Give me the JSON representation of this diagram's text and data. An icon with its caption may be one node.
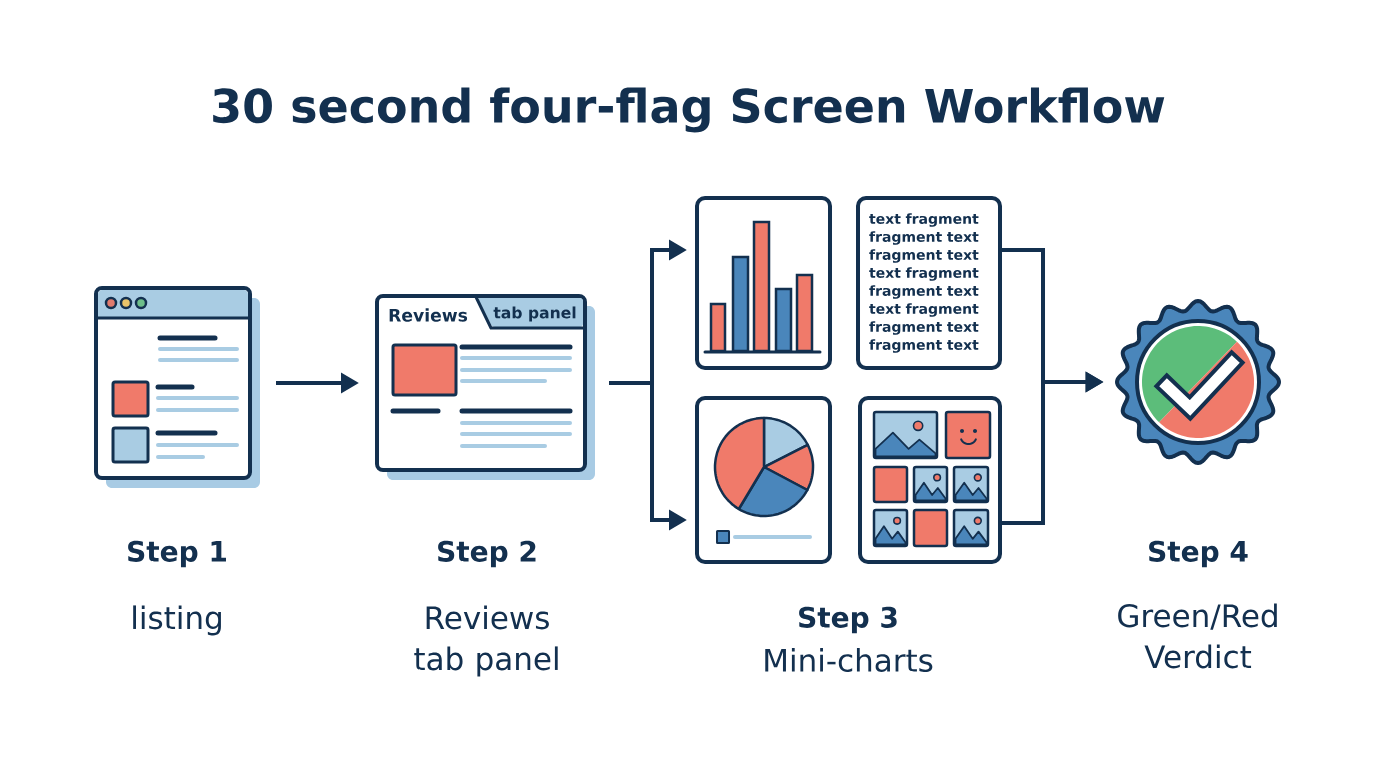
{
  "diagram": {
    "title": "30 second four-flag Screen Workflow",
    "nodes": [
      {
        "text": [],
        "shape": "picture",
        "beside": [
          "Step 1",
          "listing"
        ]
      },
      {
        "text": [
          "Reviews",
          "tab panel"
        ],
        "beside": [
          "Step 2",
          "Reviews tab panel"
        ]
      },
      {
        "text": [],
        "shape": "picture"
      },
      {
        "text": [
          "text fragment fragment text fragment text text fragment fragment text text fragment fragment text fragment text"
        ]
      },
      {
        "text": [],
        "shape": "picture"
      },
      {
        "text": [],
        "shape": "picture"
      },
      {
        "text": [],
        "shape": "picture",
        "beside": [
          "Step 4",
          "Green/Red Verdict"
        ]
      }
    ],
    "edges": [
      {
        "from": 0,
        "to": 1,
        "arrow": "to"
      },
      {
        "from": 1,
        "to": 2,
        "arrow": "to"
      },
      {
        "from": 1,
        "to": 4,
        "arrow": "to"
      },
      {
        "from": 3,
        "to": 6,
        "arrow": "to"
      },
      {
        "from": 5,
        "to": 6,
        "arrow": "to"
      }
    ],
    "labels": [
      "Step 3",
      "Mini-charts"
    ]
  }
}
